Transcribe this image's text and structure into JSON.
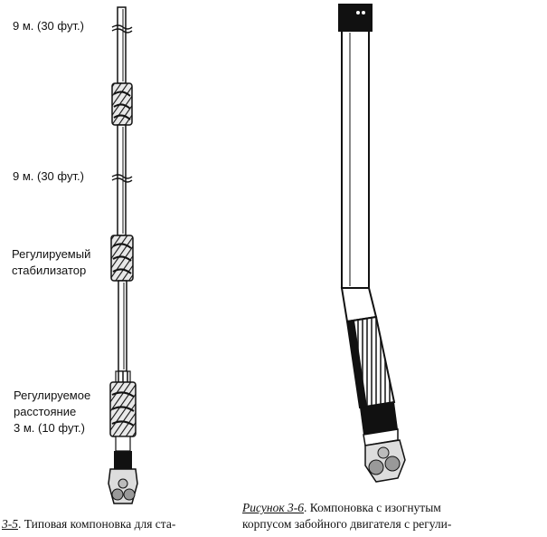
{
  "left_figure": {
    "labels": {
      "len1": "9 м. (30 фут.)",
      "len2": "9 м. (30 фут.)",
      "stab_line1": "Регулируемый",
      "stab_line2": "стабилизатор",
      "dist_line1": "Регулируемое",
      "dist_line2": "расстояние",
      "dist_line3": "3 м. (10 фут.)"
    },
    "caption": {
      "ref": "3-5",
      "text": ". Типовая компоновка для ста-"
    }
  },
  "right_figure": {
    "caption": {
      "ref": "Рисунок 3-6",
      "line1_rest": ". Компоновка с изогнутым",
      "line2": "корпусом забойного двигателя с регули-"
    }
  }
}
